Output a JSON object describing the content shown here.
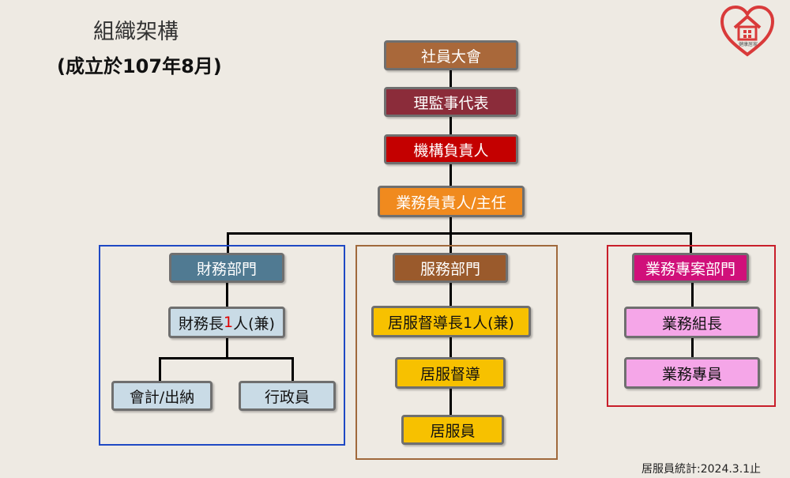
{
  "title": "組織架構",
  "subtitle": "(成立於107年8月)",
  "footer": "居服員統計:2024.3.1止",
  "logo": {
    "icon": "house-heart-logo",
    "text": "健康居家",
    "color": "#d93a3a"
  },
  "colors": {
    "background": "#eeeae3",
    "general_assembly": "#a9683a",
    "board": "#8b2c3a",
    "director": "#c40000",
    "manager": "#f08a1e",
    "finance_header": "#507a92",
    "finance_box": "#c9dbe6",
    "finance_border": "#1f49c4",
    "service_header": "#9a5a2c",
    "service_box": "#f7c100",
    "service_border": "#a0693c",
    "project_header": "#d0107a",
    "project_box": "#f5a6e8",
    "project_border": "#c81e2a"
  },
  "nodes": {
    "general_assembly": "社員大會",
    "board": "理監事代表",
    "director": "機構負責人",
    "manager": "業務負責人/主任"
  },
  "departments": {
    "finance": {
      "name": "財務部門",
      "head_pre": "財務長",
      "head_num": "1",
      "head_post": "人(兼)",
      "staff": [
        "會計/出納",
        "行政員"
      ]
    },
    "service": {
      "name": "服務部門",
      "roles": [
        "居服督導長1人(兼)",
        "居服督導",
        "居服員"
      ]
    },
    "project": {
      "name": "業務專案部門",
      "roles": [
        "業務組長",
        "業務專員"
      ]
    }
  }
}
